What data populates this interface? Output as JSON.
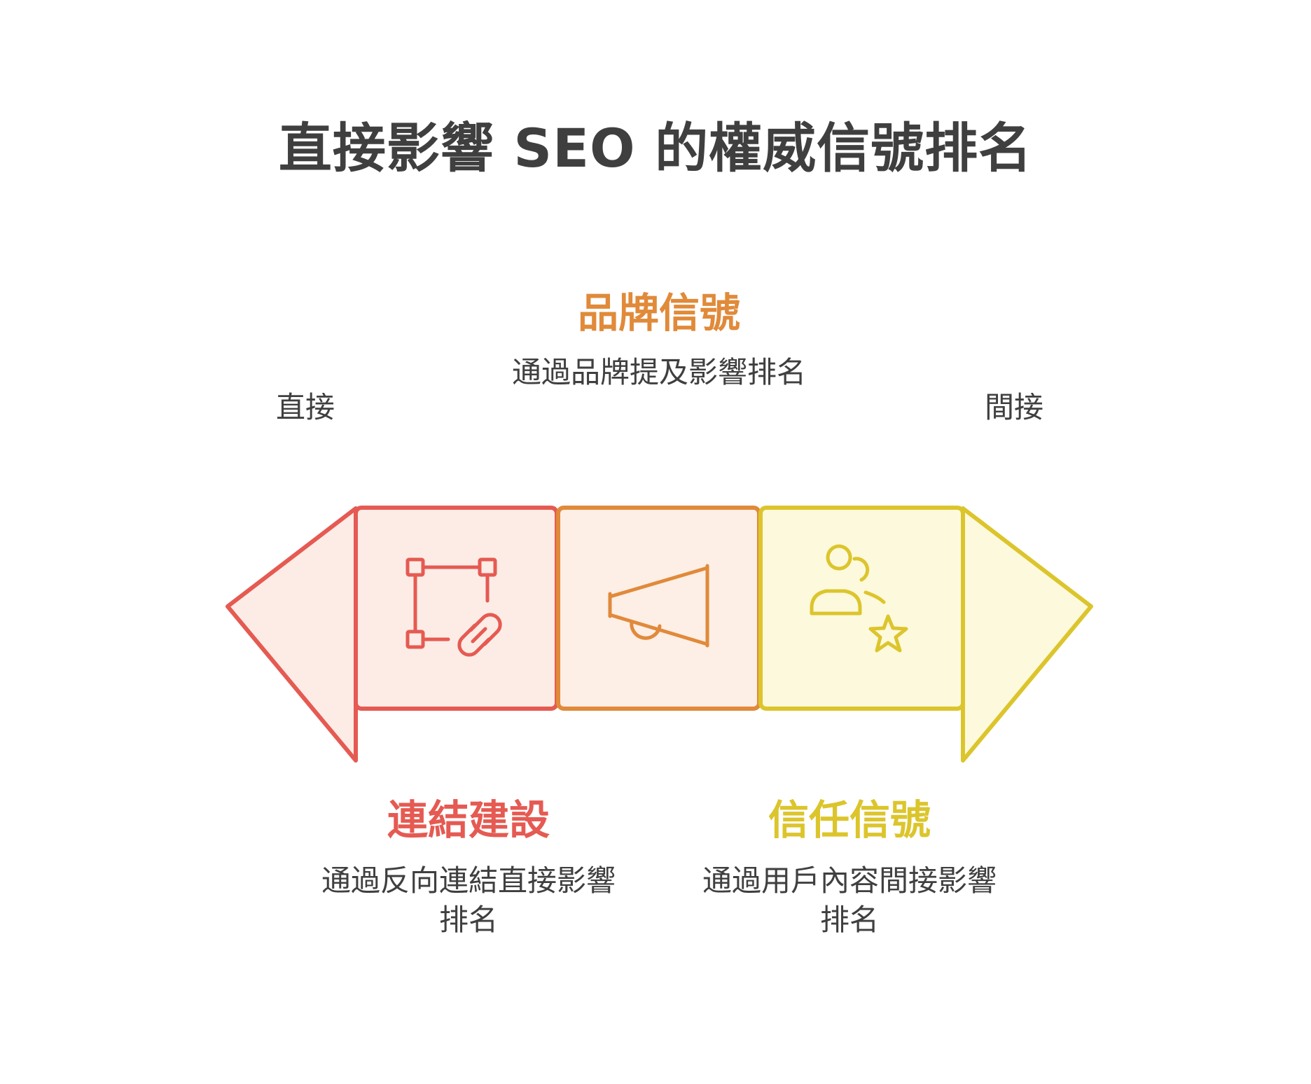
{
  "title": "直接影響 SEO 的權威信號排名",
  "axis": {
    "left_label": "直接",
    "right_label": "間接"
  },
  "items": [
    {
      "title": "連結建設",
      "description": "通過反向連結直接影響排名",
      "icon": "link-nodes-icon",
      "color": "#e55a52",
      "fill": "#fdece6"
    },
    {
      "title": "品牌信號",
      "description": "通過品牌提及影響排名",
      "icon": "megaphone-icon",
      "color": "#e08a3a",
      "fill": "#fdeee6"
    },
    {
      "title": "信任信號",
      "description": "通過用戶內容間接影響排名",
      "icon": "users-star-icon",
      "color": "#dcc52c",
      "fill": "#fdf9dc"
    }
  ]
}
